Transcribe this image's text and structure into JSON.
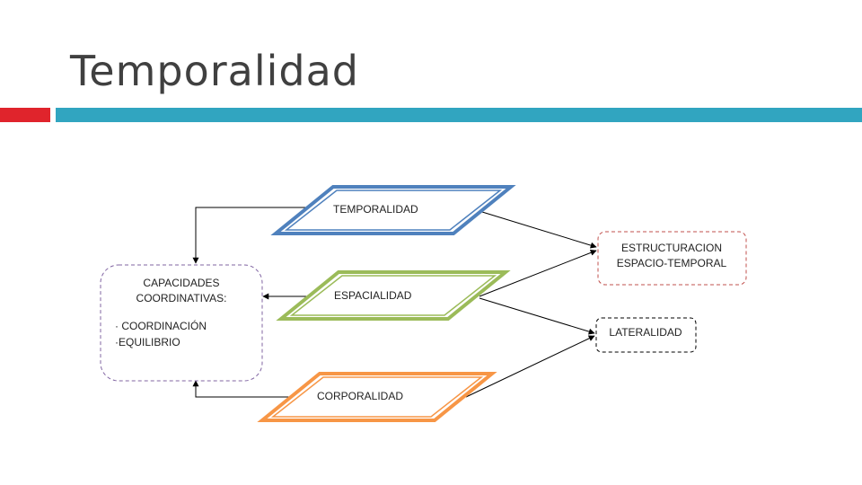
{
  "slide": {
    "title": "Temporalidad",
    "colors": {
      "accent_red": "#E0242C",
      "accent_teal": "#31A5C0",
      "title": "#404040"
    }
  },
  "diagram": {
    "shapes": {
      "temporalidad": {
        "label": "TEMPORALIDAD",
        "color": "#4F81BD"
      },
      "espacialidad": {
        "label": "ESPACIALIDAD",
        "color": "#9BBB59"
      },
      "corporalidad": {
        "label": "CORPORALIDAD",
        "color": "#F79646"
      },
      "capacidades": {
        "title_line1": "CAPACIDADES",
        "title_line2": "COORDINATIVAS:",
        "item1": "· COORDINACIÓN",
        "item2": "·EQUILIBRIO",
        "border": "#8064A2"
      },
      "estructuracion": {
        "line1": "ESTRUCTURACION",
        "line2": "ESPACIO-TEMPORAL",
        "border": "#C0504D"
      },
      "lateralidad": {
        "label": "LATERALIDAD",
        "border": "#000000"
      }
    }
  }
}
